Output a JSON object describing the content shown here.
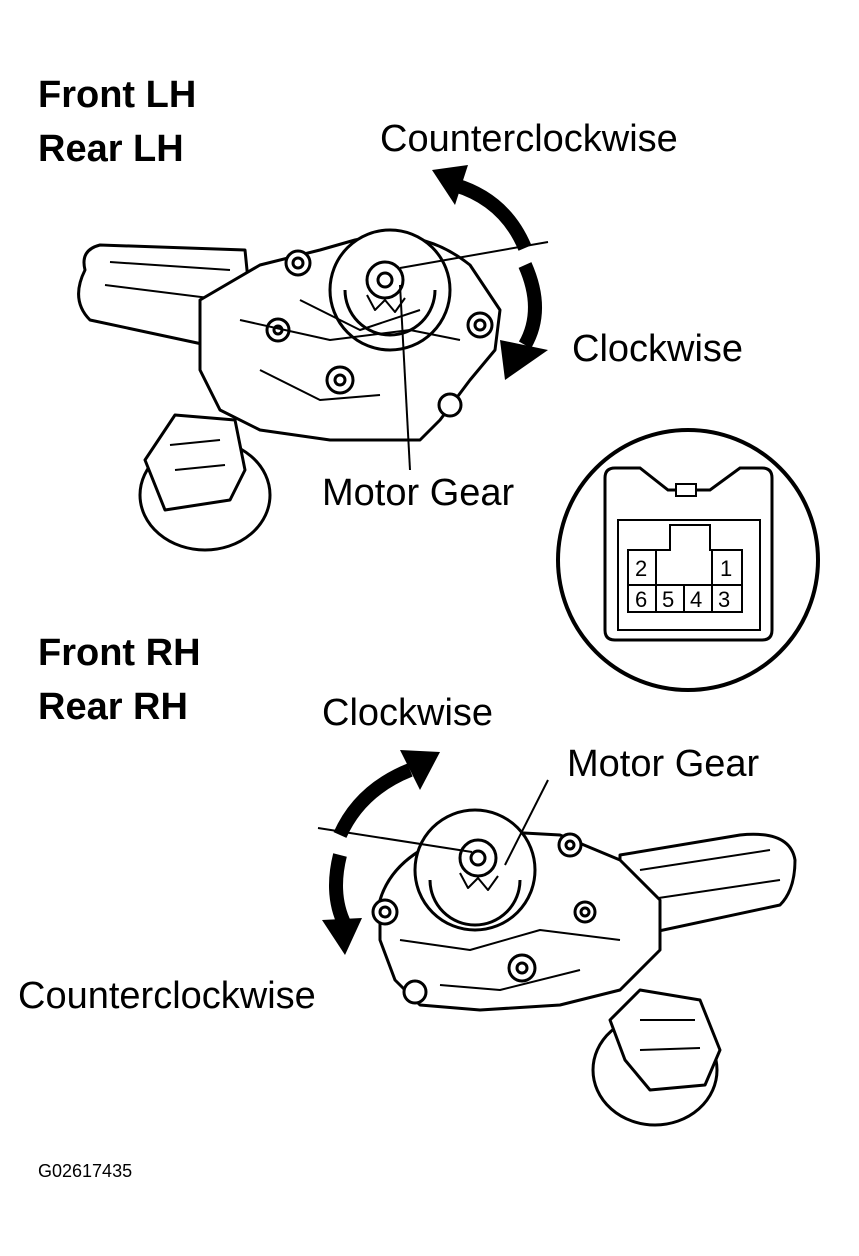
{
  "top": {
    "heading_line1": "Front LH",
    "heading_line2": "Rear LH",
    "arrow_up_label": "Counterclockwise",
    "arrow_down_label": "Clockwise",
    "gear_label": "Motor Gear"
  },
  "bottom": {
    "heading_line1": "Front RH",
    "heading_line2": "Rear RH",
    "arrow_up_label": "Clockwise",
    "arrow_down_label": "Counterclockwise",
    "gear_label": "Motor Gear"
  },
  "connector": {
    "pins_top": [
      "2",
      "1"
    ],
    "pins_bottom": [
      "6",
      "5",
      "4",
      "3"
    ]
  },
  "figure_code": "G02617435"
}
